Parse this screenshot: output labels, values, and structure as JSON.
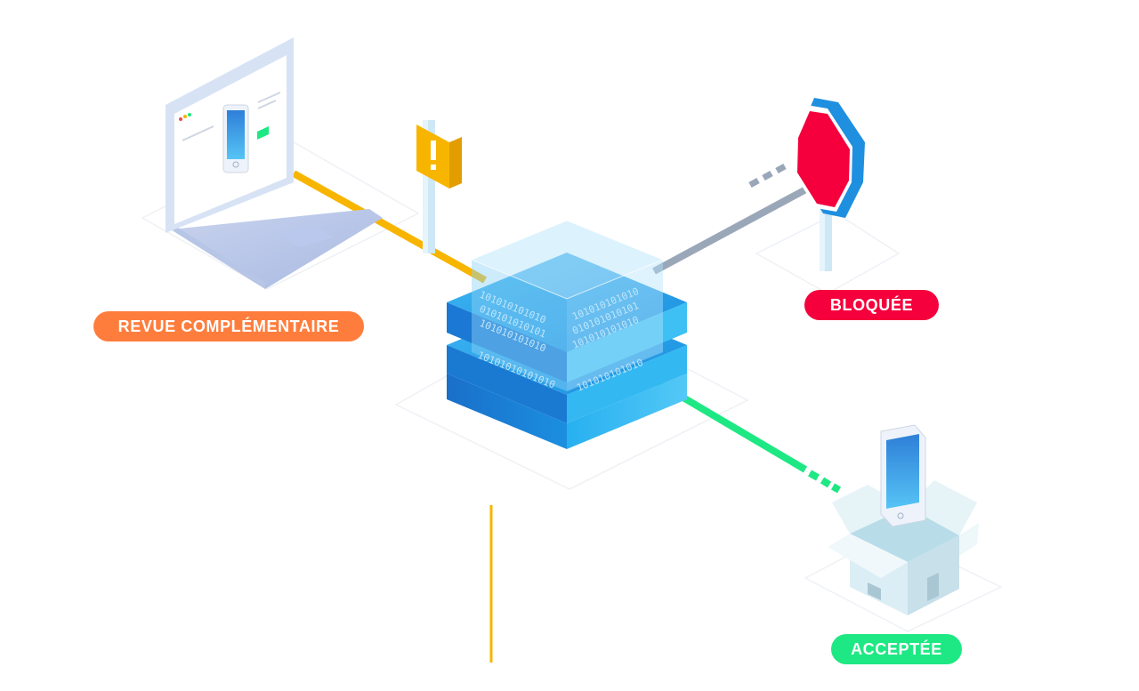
{
  "labels": {
    "review": "REVUE COMPLÉMENTAIRE",
    "blocked": "BLOQUÉE",
    "accepted": "ACCEPTÉE"
  },
  "colors": {
    "review": "#ff7d3c",
    "review_line": "#f7b500",
    "blocked": "#f5003c",
    "blocked_line": "#9aa7b8",
    "accepted": "#1ee883",
    "accepted_line": "#1ee883",
    "server": "#1b8fe0",
    "warning": "#f8b500"
  },
  "icons": {
    "laptop": "laptop-icon",
    "warning": "warning-sign-icon",
    "server": "server-stack-icon",
    "stop": "stop-sign-icon",
    "box": "open-box-phone-icon"
  }
}
